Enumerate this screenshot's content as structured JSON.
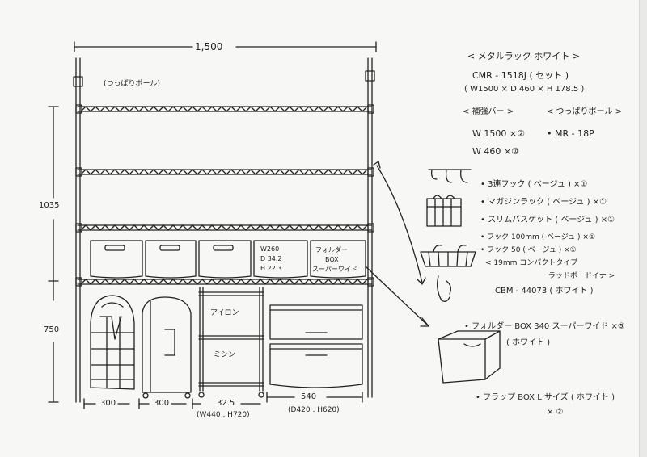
{
  "dimensions": {
    "overall_width": "1,500",
    "upper_height": "1035",
    "lower_height": "750",
    "bottom_widths": [
      "300",
      "300",
      "32.5",
      "540"
    ],
    "cart_size": "(W440 . H720)",
    "chest_size": "(D420 . H620)"
  },
  "labels": {
    "tension_pole": "(つっぱりポール)",
    "shelf_box_dims": [
      "W260",
      "D 34.2",
      "H 22.3"
    ],
    "folder_box": [
      "フォルダー",
      "BOX",
      "スーパーワイド"
    ],
    "iron": "アイロン",
    "sewing": "ミシン"
  },
  "spec": {
    "rack_title": "< メタルラック ホワイト >",
    "rack_model": "CMR - 1518J  ( セット )",
    "rack_size": "( W1500 × D 460 × H 178.5 )",
    "bar_title": "< 補強バー >",
    "pole_title": "< つっぱりポール >",
    "bar_lines": [
      "W 1500 ×②",
      "W 460 ×⑩"
    ],
    "pole_model": "• MR - 18P"
  },
  "accessories": [
    "• 3連フック ( ベージュ ) ×①",
    "• マガジンラック ( ベージュ ) ×①",
    "• スリムバスケット ( ベージュ ) ×①",
    "• フック 100mm ( ベージュ ) ×①",
    "• フック 50   ( ベージュ ) ×①",
    "< 19mm コンパクトタイプ",
    "ラッドボードイナ >",
    "CBM - 44073  ( ホワイト )"
  ],
  "boxes": {
    "folder_box_item": "• フォルダー BOX 340 スーパーワイド ×⑤",
    "folder_box_color": "( ホワイト )",
    "flap_box_item": "• フラップ BOX L サイズ ( ホワイト )",
    "flap_box_qty": "× ②"
  }
}
